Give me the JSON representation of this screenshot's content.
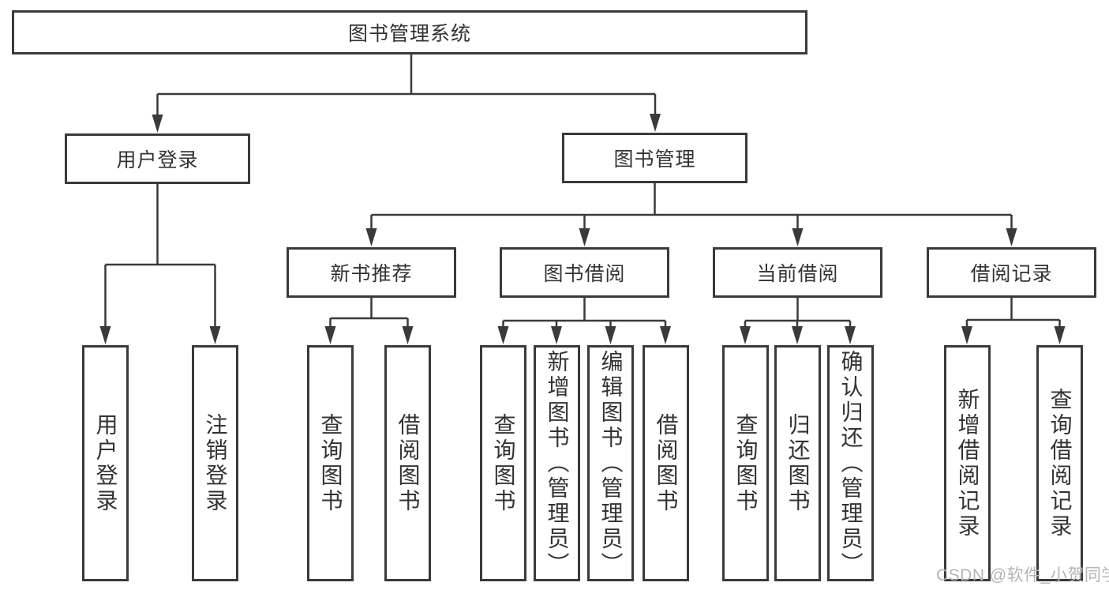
{
  "diagram_title": "图书管理系统",
  "colors": {
    "line": "#3a3a3a",
    "border": "#3a3a3a",
    "text": "#333333",
    "watermark": "#b5b5b5",
    "background": "#ffffff"
  },
  "nodes": {
    "root": {
      "label": "图书管理系统"
    },
    "userLogin": {
      "label": "用户登录"
    },
    "bookManagement": {
      "label": "图书管理"
    },
    "newBookRecommend": {
      "label": "新书推荐"
    },
    "bookBorrowing": {
      "label": "图书借阅"
    },
    "currentBorrowing": {
      "label": "当前借阅"
    },
    "borrowingRecords": {
      "label": "借阅记录"
    },
    "leafUserLogin": {
      "label": "用户登录"
    },
    "leafLogout": {
      "label": "注销登录"
    },
    "leafQueryBooks1": {
      "label": "查询图书"
    },
    "leafBorrowBooks1": {
      "label": "借阅图书"
    },
    "leafQueryBooks2": {
      "label": "查询图书"
    },
    "leafAddBookAdmin": {
      "label": "新增图书（管理员）"
    },
    "leafEditBookAdmin": {
      "label": "编辑图书（管理员）"
    },
    "leafBorrowBooks2": {
      "label": "借阅图书"
    },
    "leafQueryBooks3": {
      "label": "查询图书"
    },
    "leafReturnBook": {
      "label": "归还图书"
    },
    "leafConfirmReturnAdmin": {
      "label": "确认归还（管理员）"
    },
    "leafAddBorrowRecord": {
      "label": "新增借阅记录"
    },
    "leafQueryBorrowRecord": {
      "label": "查询借阅记录"
    }
  },
  "watermark": {
    "text": "CSDN @软件_小贺同学"
  }
}
